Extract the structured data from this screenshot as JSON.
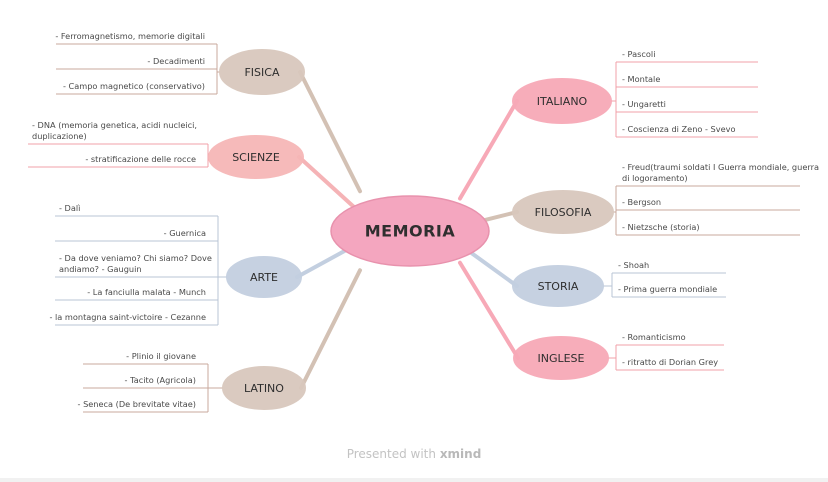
{
  "center": {
    "label": "MEMORIA"
  },
  "branches": [
    {
      "label": "FISICA",
      "side": "left",
      "color": "#d9c8bd",
      "items": [
        "- Ferromagnetismo, memorie digitali",
        "- Decadimenti",
        "- Campo magnetico (conservativo)"
      ]
    },
    {
      "label": "SCIENZE",
      "side": "left",
      "color": "#f6b7b7",
      "items": [
        "- DNA (memoria genetica, acidi nucleici, duplicazione)",
        "- stratificazione delle rocce"
      ]
    },
    {
      "label": "ARTE",
      "side": "left",
      "color": "#c3cfe0",
      "items": [
        "- Dalì",
        "- Guernica",
        "- Da dove veniamo? Chi siamo? Dove andiamo? - Gauguin",
        "- La fanciulla malata - Munch",
        "- la montagna saint-victoire - Cezanne"
      ]
    },
    {
      "label": "LATINO",
      "side": "left",
      "color": "#d9c8bd",
      "items": [
        "- Plinio il giovane",
        "- Tacito (Agricola)",
        "- Seneca (De brevitate vitae)"
      ]
    },
    {
      "label": "ITALIANO",
      "side": "right",
      "color": "#f7a9b7",
      "items": [
        "- Pascoli",
        "- Montale",
        "- Ungaretti",
        "- Coscienza di Zeno - Svevo"
      ]
    },
    {
      "label": "FILOSOFIA",
      "side": "right",
      "color": "#d9c8bd",
      "items": [
        "- Freud(traumi soldati I Guerra mondiale, guerra di logoramento)",
        "- Bergson",
        "- Nietzsche (storia)"
      ]
    },
    {
      "label": "STORIA",
      "side": "right",
      "color": "#c3cfe0",
      "items": [
        "- Shoah",
        "- Prima guerra mondiale"
      ]
    },
    {
      "label": "INGLESE",
      "side": "right",
      "color": "#f7a9b7",
      "items": [
        "- Romanticismo",
        "- ritratto di Dorian Grey"
      ]
    }
  ],
  "footer": {
    "prefix": "Presented with",
    "brand": "xmind"
  }
}
